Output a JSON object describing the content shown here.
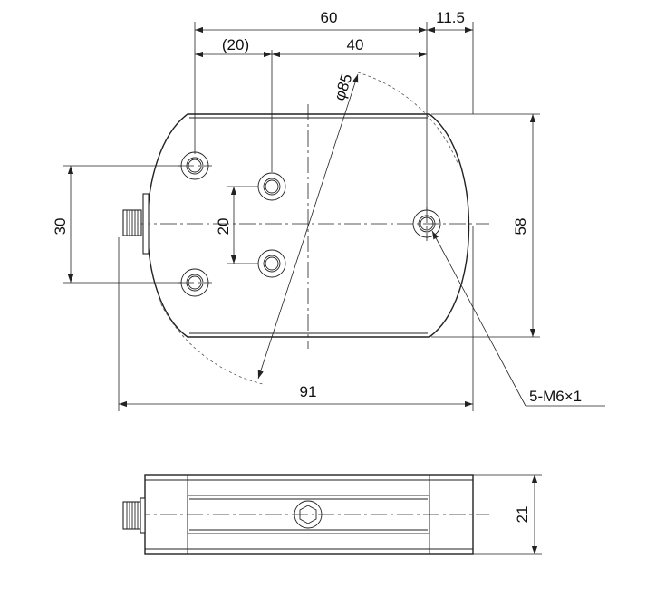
{
  "drawing": {
    "dimensions": {
      "top_width": "60",
      "top_offset": "11.5",
      "hole_offset": "(20)",
      "hole_spacing": "40",
      "diameter": "φ85",
      "height_30": "30",
      "height_20": "20",
      "height_58": "58",
      "width_91": "91",
      "thickness": "21"
    },
    "thread_callout": "5-M6×1"
  }
}
